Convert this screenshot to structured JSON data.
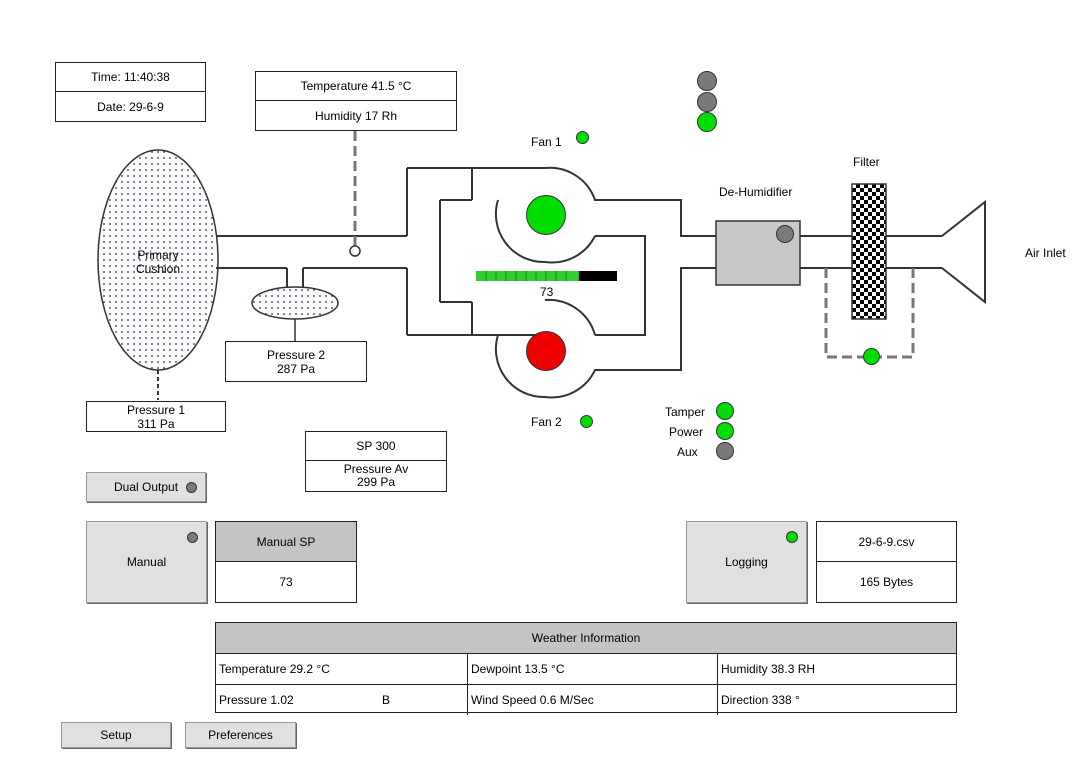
{
  "clock": {
    "time": "Time: 11:40:38",
    "date": "Date: 29-6-9"
  },
  "sensor_box": {
    "temperature": "Temperature 41.5 °C",
    "humidity": "Humidity 17 Rh"
  },
  "cushion": {
    "label_line1": "Primary",
    "label_line2": "Cushion"
  },
  "pressure1": {
    "title": "Pressure 1",
    "value": "311 Pa"
  },
  "pressure2": {
    "title": "Pressure 2",
    "value": "287 Pa"
  },
  "setpoint": {
    "sp": "SP 300",
    "avg_title": "Pressure Av",
    "avg_value": "299 Pa"
  },
  "fans": {
    "fan1_label": "Fan 1",
    "fan2_label": "Fan 2",
    "speed_value": "73",
    "speed_fraction": 0.73
  },
  "dehumidifier": {
    "label": "De-Humidifier"
  },
  "filter": {
    "label": "Filter"
  },
  "inlet": {
    "label": "Air Inlet"
  },
  "status": {
    "tamper": "Tamper",
    "power": "Power",
    "aux": "Aux"
  },
  "buttons": {
    "dual_output": "Dual Output",
    "manual": "Manual",
    "logging": "Logging",
    "setup": "Setup",
    "preferences": "Preferences"
  },
  "manual_sp": {
    "title": "Manual SP",
    "value": "73"
  },
  "log": {
    "filename": "29-6-9.csv",
    "size": "165 Bytes"
  },
  "weather": {
    "title": "Weather Information",
    "temperature": "Temperature 29.2 °C",
    "dewpoint": "Dewpoint 13.5 °C",
    "humidity": "Humidity 38.3 RH",
    "pressure": "Pressure 1.02",
    "pressure_unit": "B",
    "wind_speed": "Wind Speed 0.6 M/Sec",
    "direction": "Direction 338 °"
  },
  "colors": {
    "on": "#00dd00",
    "off": "#7a7a7a",
    "alarm": "#ee0000",
    "panel": "#c4c4c4"
  }
}
